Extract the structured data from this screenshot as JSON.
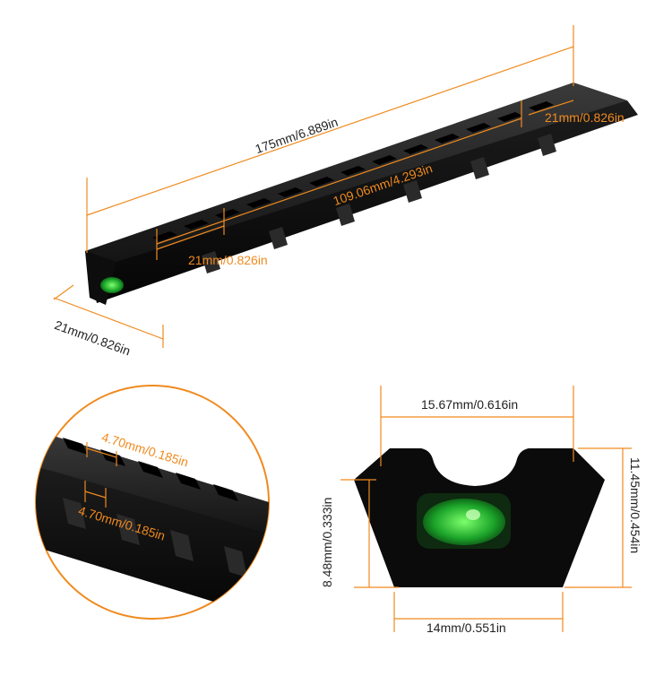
{
  "colors": {
    "accent": "#f08a1e",
    "line": "#222222",
    "rail": "#111111",
    "bubble": "#2fbf3a"
  },
  "dimensions": {
    "length": "175mm/6.889in",
    "inner_span": "109.06mm/4.293in",
    "end_slot_right": "21mm/0.826in",
    "end_slot_left": "21mm/0.826in",
    "width": "21mm/0.826in",
    "slot_width_top": "4.70mm/0.185in",
    "slot_width_bottom": "4.70mm/0.185in",
    "end_top_width": "15.67mm/0.616in",
    "end_height_right": "11.45mm/0.454in",
    "end_height_left": "8.48mm/0.333in",
    "end_bottom_width": "14mm/0.551in"
  }
}
